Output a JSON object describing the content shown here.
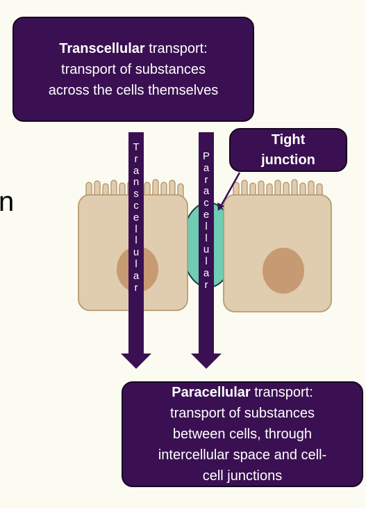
{
  "top_box": {
    "bold": "Transcellular",
    "rest": " transport:",
    "line2": "transport of substances",
    "line3": "across the cells themselves"
  },
  "tight_junction_box": {
    "line1": "Tight",
    "line2": "junction"
  },
  "bottom_box": {
    "bold": "Paracellular",
    "rest": " transport:",
    "line2": "transport of substances",
    "line3": "between cells, through",
    "line4": "intercellular space and cell-",
    "line5": "cell junctions"
  },
  "arrows": {
    "transcellular_label": "Transcellular",
    "paracellular_label": "Paracellular"
  },
  "cut_off_text": "n",
  "colors": {
    "box_fill": "#3a1052",
    "cell_fill": "#e0ccaf",
    "cell_outline": "#b99b72",
    "nucleus": "#c69a72",
    "junction_fill": "#6ecdb3",
    "background": "#fbfbf1"
  }
}
